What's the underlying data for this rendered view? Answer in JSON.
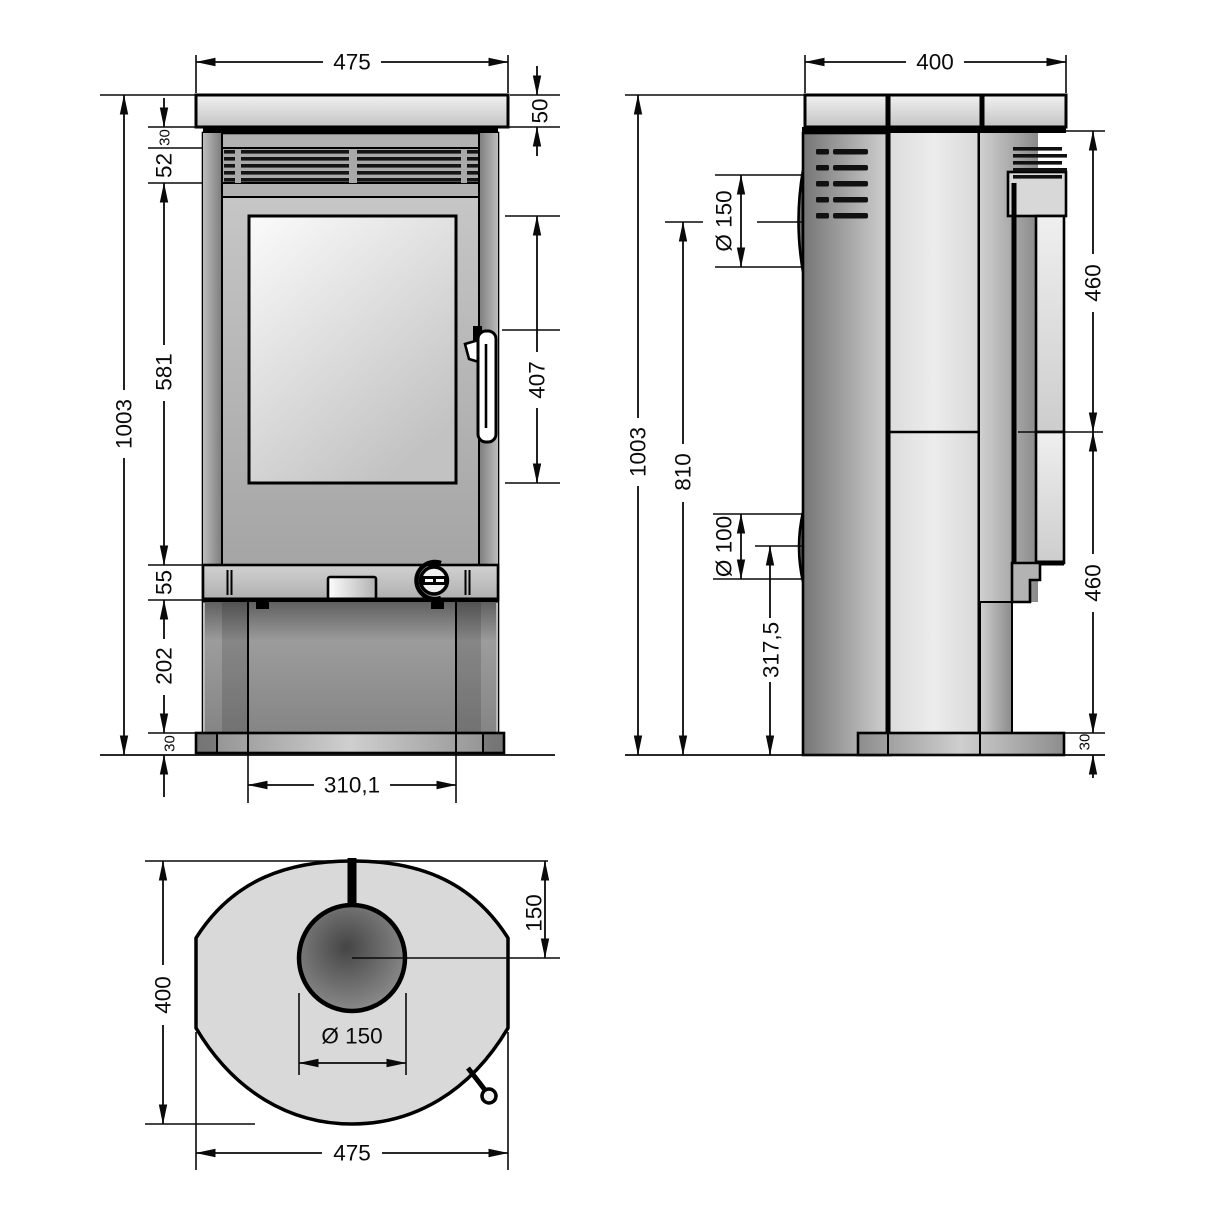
{
  "title": "stove-dimension-drawing",
  "dims": {
    "front": {
      "overall_width": "475",
      "top_plate_height": "50",
      "plate_to_vent_gap": "30",
      "vent_band_height": "52",
      "door_section_height": "581",
      "overall_height": "1003",
      "control_band_height": "55",
      "lower_panel_height": "202",
      "plinth_height": "30",
      "plinth_width": "310,1",
      "glass_height": "407"
    },
    "side": {
      "overall_depth": "400",
      "overall_height": "1003",
      "flue_center_height": "810",
      "flue_diameter": "Ø 150",
      "lower_outlet_diameter": "Ø 100",
      "lower_outlet_center_height": "317,5",
      "front_upper_section": "460",
      "front_lower_section": "460",
      "plinth_height": "30"
    },
    "top": {
      "overall_depth": "400",
      "flue_center_offset": "150",
      "flue_diameter": "Ø 150",
      "overall_width": "475"
    }
  }
}
